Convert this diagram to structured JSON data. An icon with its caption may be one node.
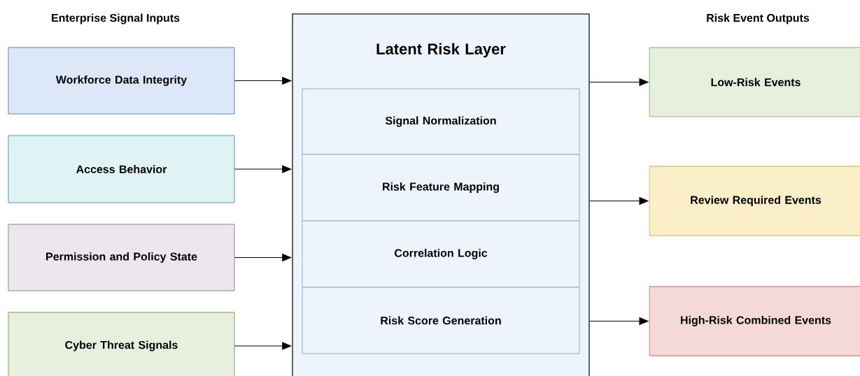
{
  "diagram": {
    "nodes": [
      {
        "text": [
          "Workforce Data Integrity"
        ]
      },
      {
        "text": [
          "Access Behavior"
        ]
      },
      {
        "text": [
          "Permission and Policy State"
        ]
      },
      {
        "text": [
          "Cyber Threat Signals"
        ]
      },
      {
        "text": [
          "Latent Risk Layer"
        ]
      },
      {
        "text": [
          "Signal Normalization"
        ],
        "in": 4
      },
      {
        "text": [
          "Risk Feature Mapping"
        ],
        "in": 4
      },
      {
        "text": [
          "Correlation Logic"
        ],
        "in": 4
      },
      {
        "text": [
          "Risk Score Generation"
        ],
        "in": 4
      },
      {
        "text": [
          "Low-Risk Events"
        ]
      },
      {
        "text": [
          "Review Required Events"
        ]
      },
      {
        "text": [
          "High-Risk Combined Events"
        ]
      }
    ],
    "edges": [
      {
        "from": 0,
        "to": 4,
        "arrow": "to"
      },
      {
        "from": 1,
        "to": 4,
        "arrow": "to"
      },
      {
        "from": 2,
        "to": 4,
        "arrow": "to"
      },
      {
        "from": 3,
        "to": 4,
        "arrow": "to"
      },
      {
        "from": 4,
        "to": 9,
        "arrow": "to"
      },
      {
        "from": 4,
        "to": 10,
        "arrow": "to"
      },
      {
        "from": 4,
        "to": 11,
        "arrow": "to"
      }
    ],
    "labels": [
      "Enterprise Signal Inputs",
      "Risk Event Outputs"
    ]
  }
}
